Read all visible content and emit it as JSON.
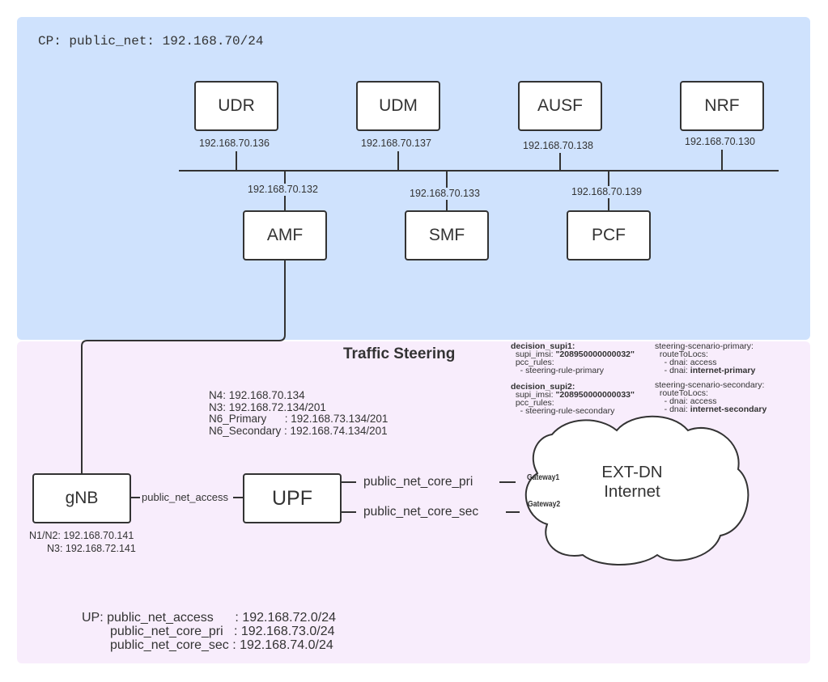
{
  "colors": {
    "cp_zone": "#cfe2fd",
    "up_zone": "#f8edfc",
    "node_border": "#333333",
    "line": "#333333"
  },
  "cp": {
    "title": "CP: public_net: 192.168.70/24"
  },
  "nodes": {
    "udr": {
      "label": "UDR",
      "ip": "192.168.70.136"
    },
    "udm": {
      "label": "UDM",
      "ip": "192.168.70.137"
    },
    "ausf": {
      "label": "AUSF",
      "ip": "192.168.70.138"
    },
    "nrf": {
      "label": "NRF",
      "ip": "192.168.70.130"
    },
    "amf": {
      "label": "AMF",
      "ip": "192.168.70.132"
    },
    "smf": {
      "label": "SMF",
      "ip": "192.168.70.133"
    },
    "pcf": {
      "label": "PCF",
      "ip": "192.168.70.139"
    },
    "gnb": {
      "label": "gNB",
      "ip_n1n2": "N1/N2: 192.168.70.141",
      "ip_n3": "N3: 192.168.72.141"
    },
    "upf": {
      "label": "UPF"
    },
    "extdn": {
      "line1": "EXT-DN",
      "line2": "Internet",
      "gateway1": "Gateway1",
      "gateway2": "Gateway2"
    }
  },
  "links": {
    "access": "public_net_access",
    "core_pri": "public_net_core_pri",
    "core_sec": "public_net_core_sec"
  },
  "upf_info": {
    "n4": "N4: 192.168.70.134",
    "n3": "N3: 192.168.72.134/201",
    "n6_primary": "N6_Primary      : 192.168.73.134/201",
    "n6_secondary": "N6_Secondary : 192.168.74.134/201"
  },
  "traffic_steering": {
    "title": "Traffic Steering",
    "decision1": {
      "name": "decision_supi1:",
      "imsi_key": "supi_imsi: ",
      "imsi_value": "\"208950000000032\"",
      "pcc": "pcc_rules:",
      "rule": "- steering-rule-primary"
    },
    "decision2": {
      "name": "decision_supi2:",
      "imsi_key": "supi_imsi: ",
      "imsi_value": "\"208950000000033\"",
      "pcc": "pcc_rules:",
      "rule": "- steering-rule-secondary"
    },
    "scenario1": {
      "name": "steering-scenario-primary:",
      "route": "routeToLocs:",
      "dnai1": "- dnai: access",
      "dnai2_key": "- dnai: ",
      "dnai2_value": "internet-primary"
    },
    "scenario2": {
      "name": "steering-scenario-secondary:",
      "route": "routeToLocs:",
      "dnai1": "- dnai: access",
      "dnai2_key": "- dnai: ",
      "dnai2_value": "internet-secondary"
    }
  },
  "up": {
    "access": "UP: public_net_access      : 192.168.72.0/24",
    "core_pri": "public_net_core_pri   : 192.168.73.0/24",
    "core_sec": "public_net_core_sec : 192.168.74.0/24"
  }
}
